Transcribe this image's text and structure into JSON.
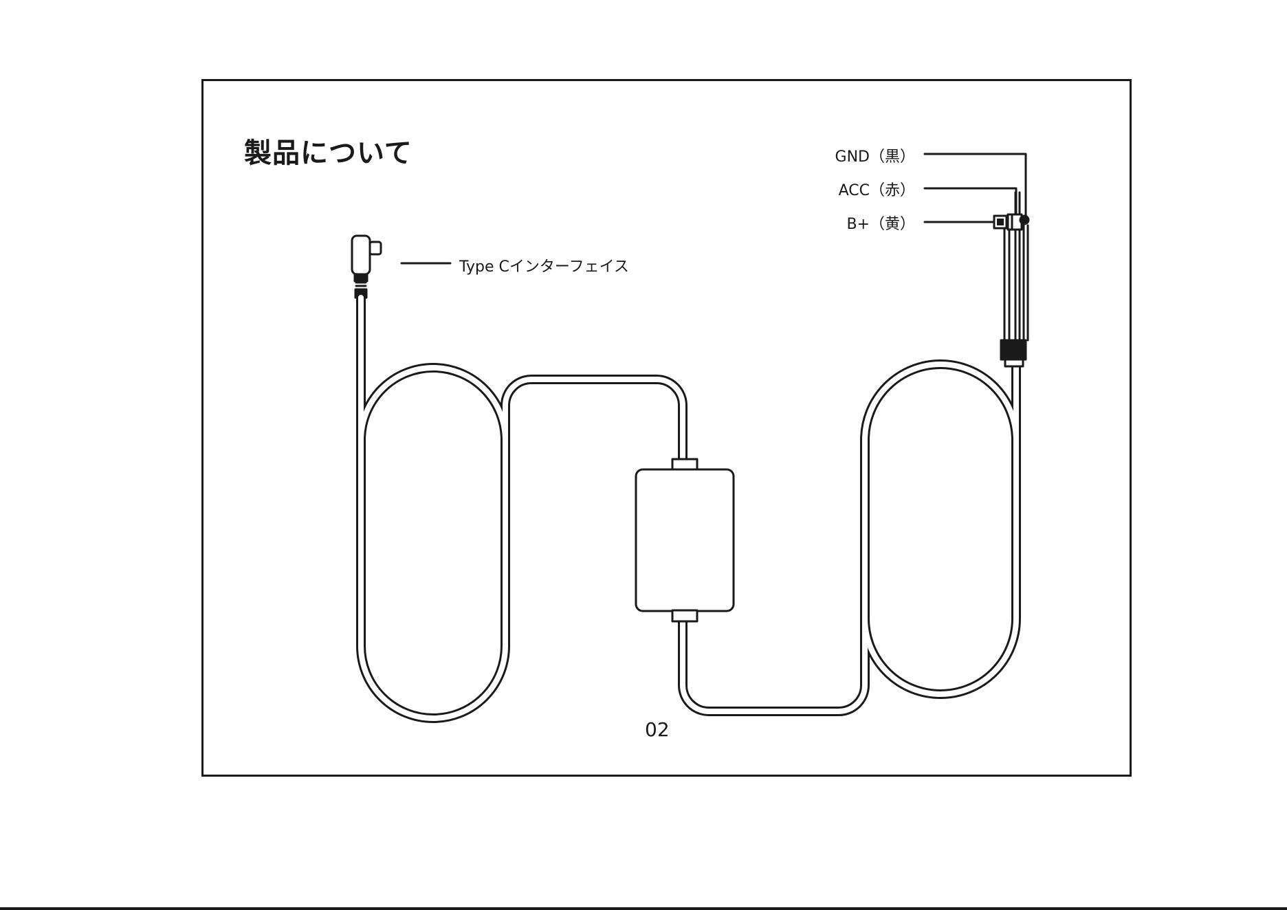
{
  "page": {
    "title": "製品について",
    "page_number": "02"
  },
  "labels": {
    "typec": "Type Cインターフェイス",
    "gnd": "GND（黒）",
    "acc": "ACC（赤）",
    "bplus": "B+（黄）"
  },
  "colors": {
    "line": "#1a1a1a",
    "background": "#ffffff"
  }
}
